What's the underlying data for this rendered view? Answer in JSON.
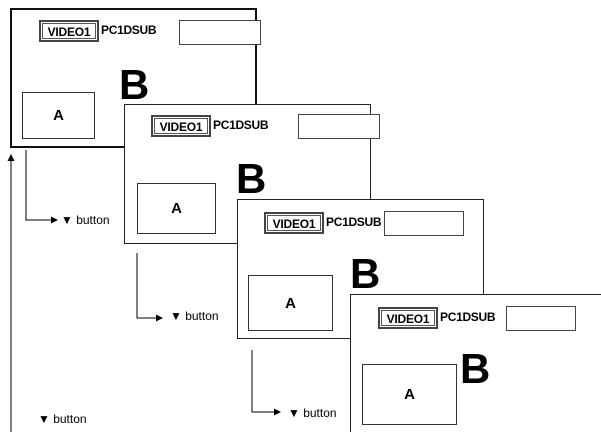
{
  "screens": [
    {
      "badge": "VIDEO1",
      "source": "PC1DSUB",
      "main": "B",
      "sub": "A"
    },
    {
      "badge": "VIDEO1",
      "source": "PC1DSUB",
      "main": "B",
      "sub": "A"
    },
    {
      "badge": "VIDEO1",
      "source": "PC1DSUB",
      "main": "B",
      "sub": "A"
    },
    {
      "badge": "VIDEO1",
      "source": "PC1DSUB",
      "main": "B",
      "sub": "A"
    }
  ],
  "step_labels": [
    "▼ button",
    "▼ button",
    "▼ button",
    "▼ button"
  ]
}
